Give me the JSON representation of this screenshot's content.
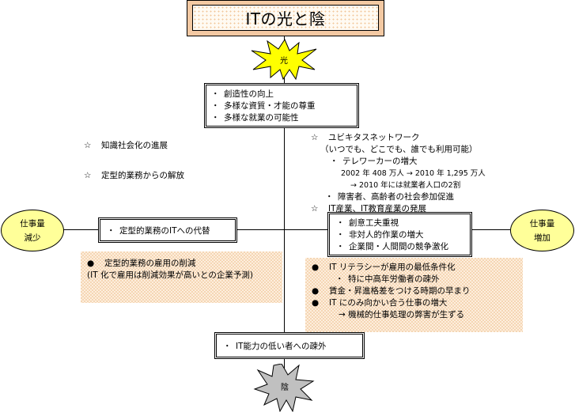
{
  "title": "ITの光と陰",
  "light_burst": {
    "label": "光",
    "color": "#ffff00"
  },
  "shadow_burst": {
    "label": "陰",
    "color": "#c0c0c0"
  },
  "top_box": {
    "items": [
      "創造性の向上",
      "多様な資質・才能の尊重",
      "多様な就業の可能性"
    ]
  },
  "left_notes": {
    "items": [
      "知識社会化の進展",
      "定型的業務からの解放"
    ]
  },
  "right_notes": {
    "heading1": "ユビキタスネットワーク",
    "sub1": "（いつでも、どこでも、誰でも利用可能）",
    "teleworker": "テレワーカーの増大",
    "teleworker_stats": "2002 年 408 万人  →  2010 年 1,295 万人",
    "teleworker_share": "→  2010 年には就業者人口の2割",
    "social": "障害者、高齢者の社会参加促進",
    "heading2": "IT産業、IT教育産業の発展"
  },
  "left_ellipse": {
    "line1": "仕事量",
    "line2": "減少"
  },
  "right_ellipse": {
    "line1": "仕事量",
    "line2": "増加"
  },
  "left_box": {
    "items": [
      "定型的業務のITへの代替"
    ]
  },
  "right_box": {
    "items": [
      "創意工夫重視",
      "非対人的作業の増大",
      "企業間・人間間の競争激化"
    ]
  },
  "left_shade": {
    "line1": "定型的業務の雇用の削減",
    "line2": "(IT 化で雇用は削減効果が高いとの企業予測)"
  },
  "right_shade": {
    "line1": "IT リテラシーが雇用の最低条件化",
    "line2": "特に中高年労働者の疎外",
    "line3": "賃金・昇進格差をつける時期の早まり",
    "line4": "IT にのみ向かい合う仕事の増大",
    "line5": "→  機械的仕事処理の弊害が生ずる"
  },
  "bottom_box": {
    "items": [
      "IT能力の低い者への疎外"
    ]
  },
  "symbols": {
    "bullet": "・",
    "star": "☆",
    "circle": "●"
  }
}
